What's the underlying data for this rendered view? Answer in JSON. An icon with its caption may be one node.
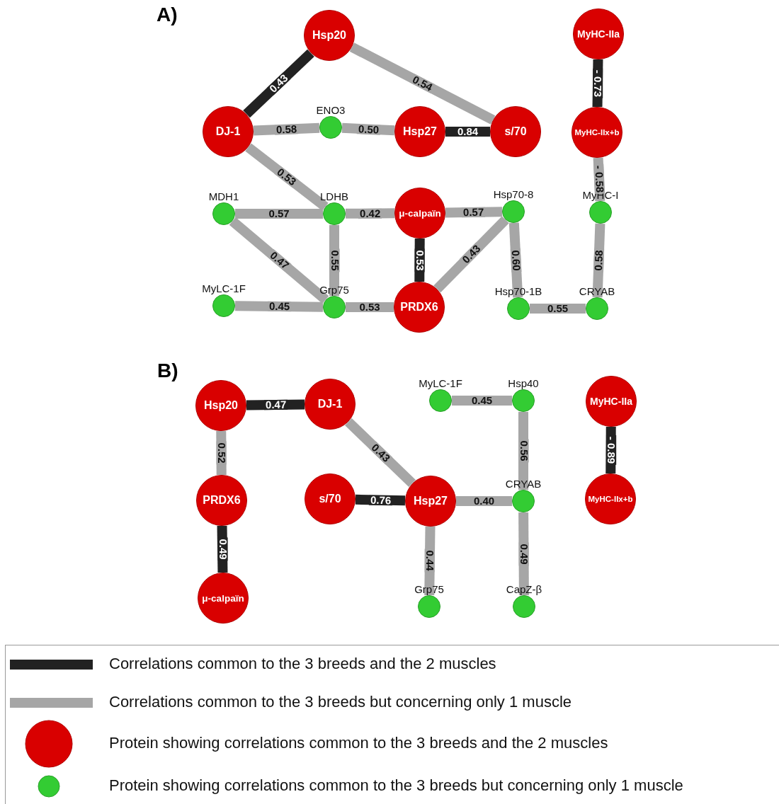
{
  "diagram": {
    "nodes": [
      {
        "text": [
          "Hsp20"
        ]
      },
      {
        "text": [
          "MyHC-IIa"
        ]
      },
      {
        "text": [
          "DJ-1"
        ]
      },
      {
        "text": [
          "ENO3"
        ]
      },
      {
        "text": [
          "Hsp27"
        ]
      },
      {
        "text": [
          "s/70"
        ]
      },
      {
        "text": [
          "MyHC-IIx+b"
        ]
      },
      {
        "text": [
          "MDH1"
        ]
      },
      {
        "text": [
          "LDHB"
        ]
      },
      {
        "text": [
          "μ-calpaïn"
        ]
      },
      {
        "text": [
          "Hsp70-8"
        ]
      },
      {
        "text": [
          "MyHC-I"
        ]
      },
      {
        "text": [
          "MyLC-1F"
        ]
      },
      {
        "text": [
          "Grp75"
        ]
      },
      {
        "text": [
          "PRDX6"
        ]
      },
      {
        "text": [
          "Hsp70-1B"
        ]
      },
      {
        "text": [
          "CRYAB"
        ]
      },
      {
        "text": [
          "Hsp20"
        ]
      },
      {
        "text": [
          "DJ-1"
        ]
      },
      {
        "text": [
          "MyLC-1F"
        ]
      },
      {
        "text": [
          "Hsp40"
        ]
      },
      {
        "text": [
          "MyHC-IIa"
        ]
      },
      {
        "text": [
          "PRDX6"
        ]
      },
      {
        "text": [
          "s/70"
        ]
      },
      {
        "text": [
          "Hsp27"
        ]
      },
      {
        "text": [
          "CRYAB"
        ]
      },
      {
        "text": [
          "MyHC-IIx+b"
        ]
      },
      {
        "text": [
          "μ-calpaïn"
        ]
      },
      {
        "text": [
          "Grp75"
        ]
      },
      {
        "text": [
          "CapZ-β"
        ]
      }
    ],
    "edges": [
      {
        "from": 0,
        "to": 2,
        "arrow": "none",
        "label": "0.43",
        "color": "#222222"
      },
      {
        "from": 0,
        "to": 5,
        "arrow": "none",
        "label": "0.54"
      },
      {
        "from": 1,
        "to": 6,
        "arrow": "none",
        "label": "- 0.73",
        "color": "#222222"
      },
      {
        "from": 2,
        "to": 3,
        "arrow": "none",
        "label": "0.58"
      },
      {
        "from": 3,
        "to": 4,
        "arrow": "none",
        "label": "0.50"
      },
      {
        "from": 4,
        "to": 5,
        "arrow": "none",
        "label": "0.84",
        "color": "#222222"
      },
      {
        "from": 6,
        "to": 11,
        "arrow": "none",
        "label": "- 0.58"
      },
      {
        "from": 2,
        "to": 8,
        "arrow": "none",
        "label": "0.53"
      },
      {
        "from": 7,
        "to": 8,
        "arrow": "none",
        "label": "0.57"
      },
      {
        "from": 8,
        "to": 9,
        "arrow": "none",
        "label": "0.42"
      },
      {
        "from": 9,
        "to": 10,
        "arrow": "none",
        "label": "0.57"
      },
      {
        "from": 7,
        "to": 13,
        "arrow": "none",
        "label": "0.47"
      },
      {
        "from": 8,
        "to": 13,
        "arrow": "none",
        "label": "0.55"
      },
      {
        "from": 9,
        "to": 14,
        "arrow": "none",
        "label": "0.53",
        "color": "#222222"
      },
      {
        "from": 14,
        "to": 10,
        "arrow": "none",
        "label": "0.43"
      },
      {
        "from": 10,
        "to": 15,
        "arrow": "none",
        "label": "0.60"
      },
      {
        "from": 11,
        "to": 16,
        "arrow": "none",
        "label": "0.58"
      },
      {
        "from": 12,
        "to": 13,
        "arrow": "none",
        "label": "0.45"
      },
      {
        "from": 13,
        "to": 14,
        "arrow": "none",
        "label": "0.53"
      },
      {
        "from": 15,
        "to": 16,
        "arrow": "none",
        "label": "0.55"
      },
      {
        "from": 17,
        "to": 18,
        "arrow": "none",
        "label": "0.47",
        "color": "#222222"
      },
      {
        "from": 17,
        "to": 22,
        "arrow": "none",
        "label": "0.52"
      },
      {
        "from": 18,
        "to": 24,
        "arrow": "none",
        "label": "0.43"
      },
      {
        "from": 19,
        "to": 20,
        "arrow": "none",
        "label": "0.45"
      },
      {
        "from": 20,
        "to": 25,
        "arrow": "none",
        "label": "0.56"
      },
      {
        "from": 21,
        "to": 26,
        "arrow": "none",
        "label": "- 0.89",
        "color": "#222222"
      },
      {
        "from": 22,
        "to": 27,
        "arrow": "none",
        "label": "0.49",
        "color": "#222222"
      },
      {
        "from": 23,
        "to": 24,
        "arrow": "none",
        "label": "0.76",
        "color": "#222222"
      },
      {
        "from": 24,
        "to": 25,
        "arrow": "none",
        "label": "0.40"
      },
      {
        "from": 24,
        "to": 28,
        "arrow": "none",
        "label": "0.44"
      },
      {
        "from": 25,
        "to": 29,
        "arrow": "none",
        "label": "0.49"
      }
    ],
    "labels": [
      "A)",
      "B)"
    ],
    "legend": [
      {
        "text": "Correlations common to the 3 breeds and the 2 muscles",
        "color": "#222222"
      },
      {
        "text": "Correlations common to the 3 breeds but concerning only 1 muscle",
        "color": "#a6a6a6"
      },
      {
        "text": "Protein showing correlations common to the 3 breeds and the 2 muscles",
        "color": "#d90000"
      },
      {
        "text": "Protein showing correlations common to the 3 breeds but concerning only 1 muscle",
        "color": "#33cc33"
      }
    ]
  }
}
